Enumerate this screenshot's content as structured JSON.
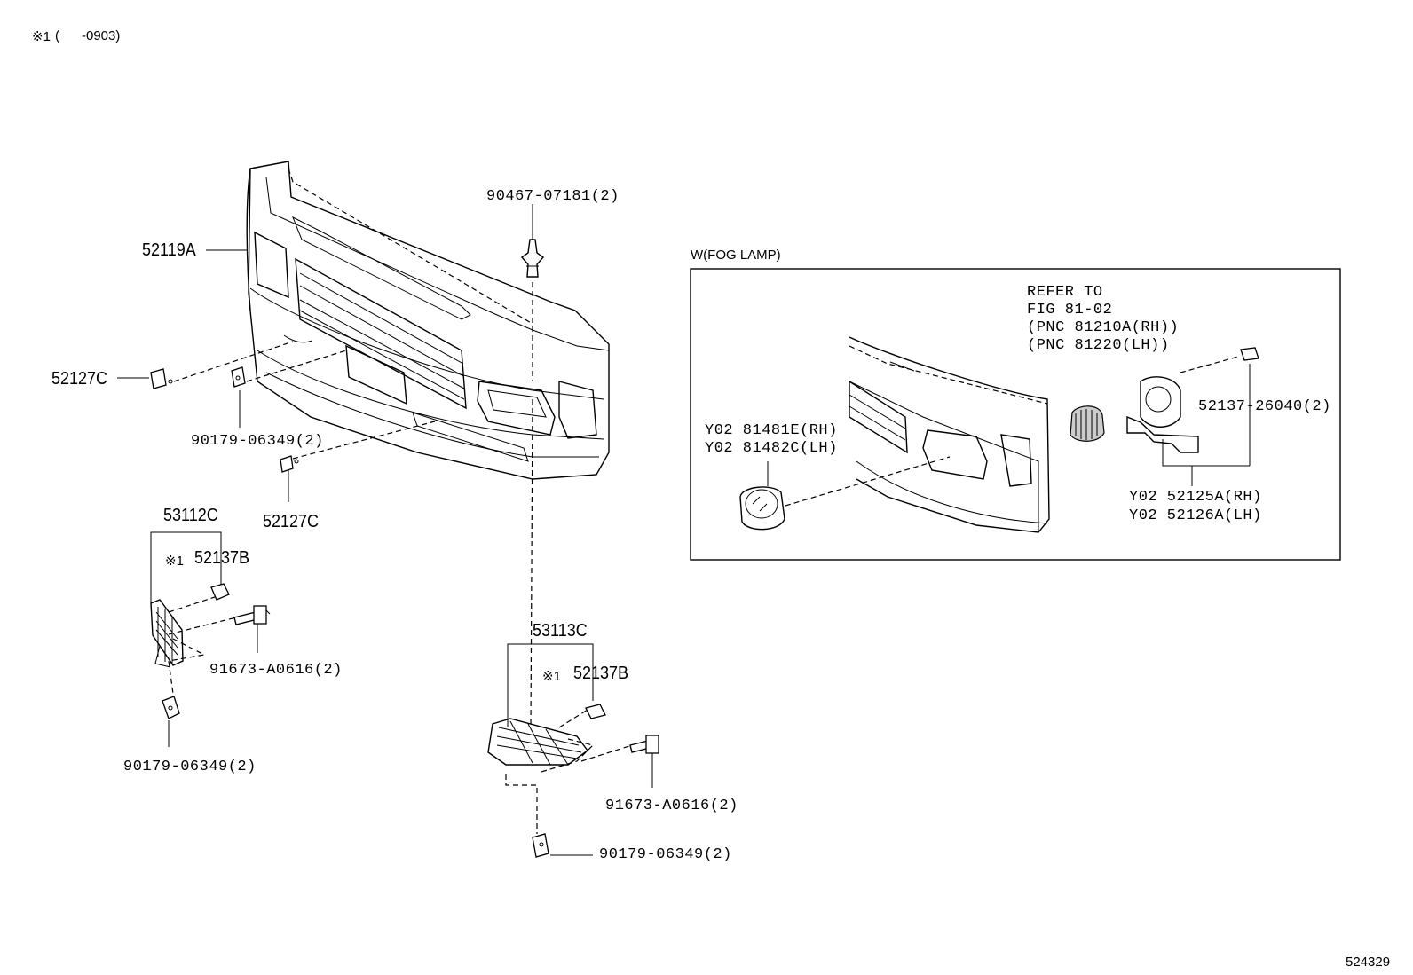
{
  "header": {
    "note_symbol": "※1",
    "note_range": "(      -0903)"
  },
  "figure_id": "524329",
  "callouts": {
    "bumper_cover": "52119A",
    "cap_left": "52127C",
    "cap_lower": "52127C",
    "clip_top": "90467-07181(2)",
    "nut_upper": "90179-06349(2)",
    "grille_left": "53112C",
    "retainer_left_mark": "※1",
    "retainer_left": "52137B",
    "screw_left": "91673-A0616(2)",
    "nut_left": "90179-06349(2)",
    "grille_right": "53113C",
    "retainer_right_mark": "※1",
    "retainer_right": "52137B",
    "screw_right": "91673-A0616(2)",
    "nut_right": "90179-06349(2)"
  },
  "fog_lamp_box": {
    "title": "W(FOG LAMP)",
    "refer_lines": [
      "REFER TO",
      "FIG 81-02",
      "(PNC 81210A(RH))",
      "(PNC 81220(LH))"
    ],
    "lamp_rh": "Y02 81481E(RH)",
    "lamp_lh": "Y02 81482C(LH)",
    "clip": "52137-26040(2)",
    "bracket_rh": "Y02 52125A(RH)",
    "bracket_lh": "Y02 52126A(LH)"
  }
}
